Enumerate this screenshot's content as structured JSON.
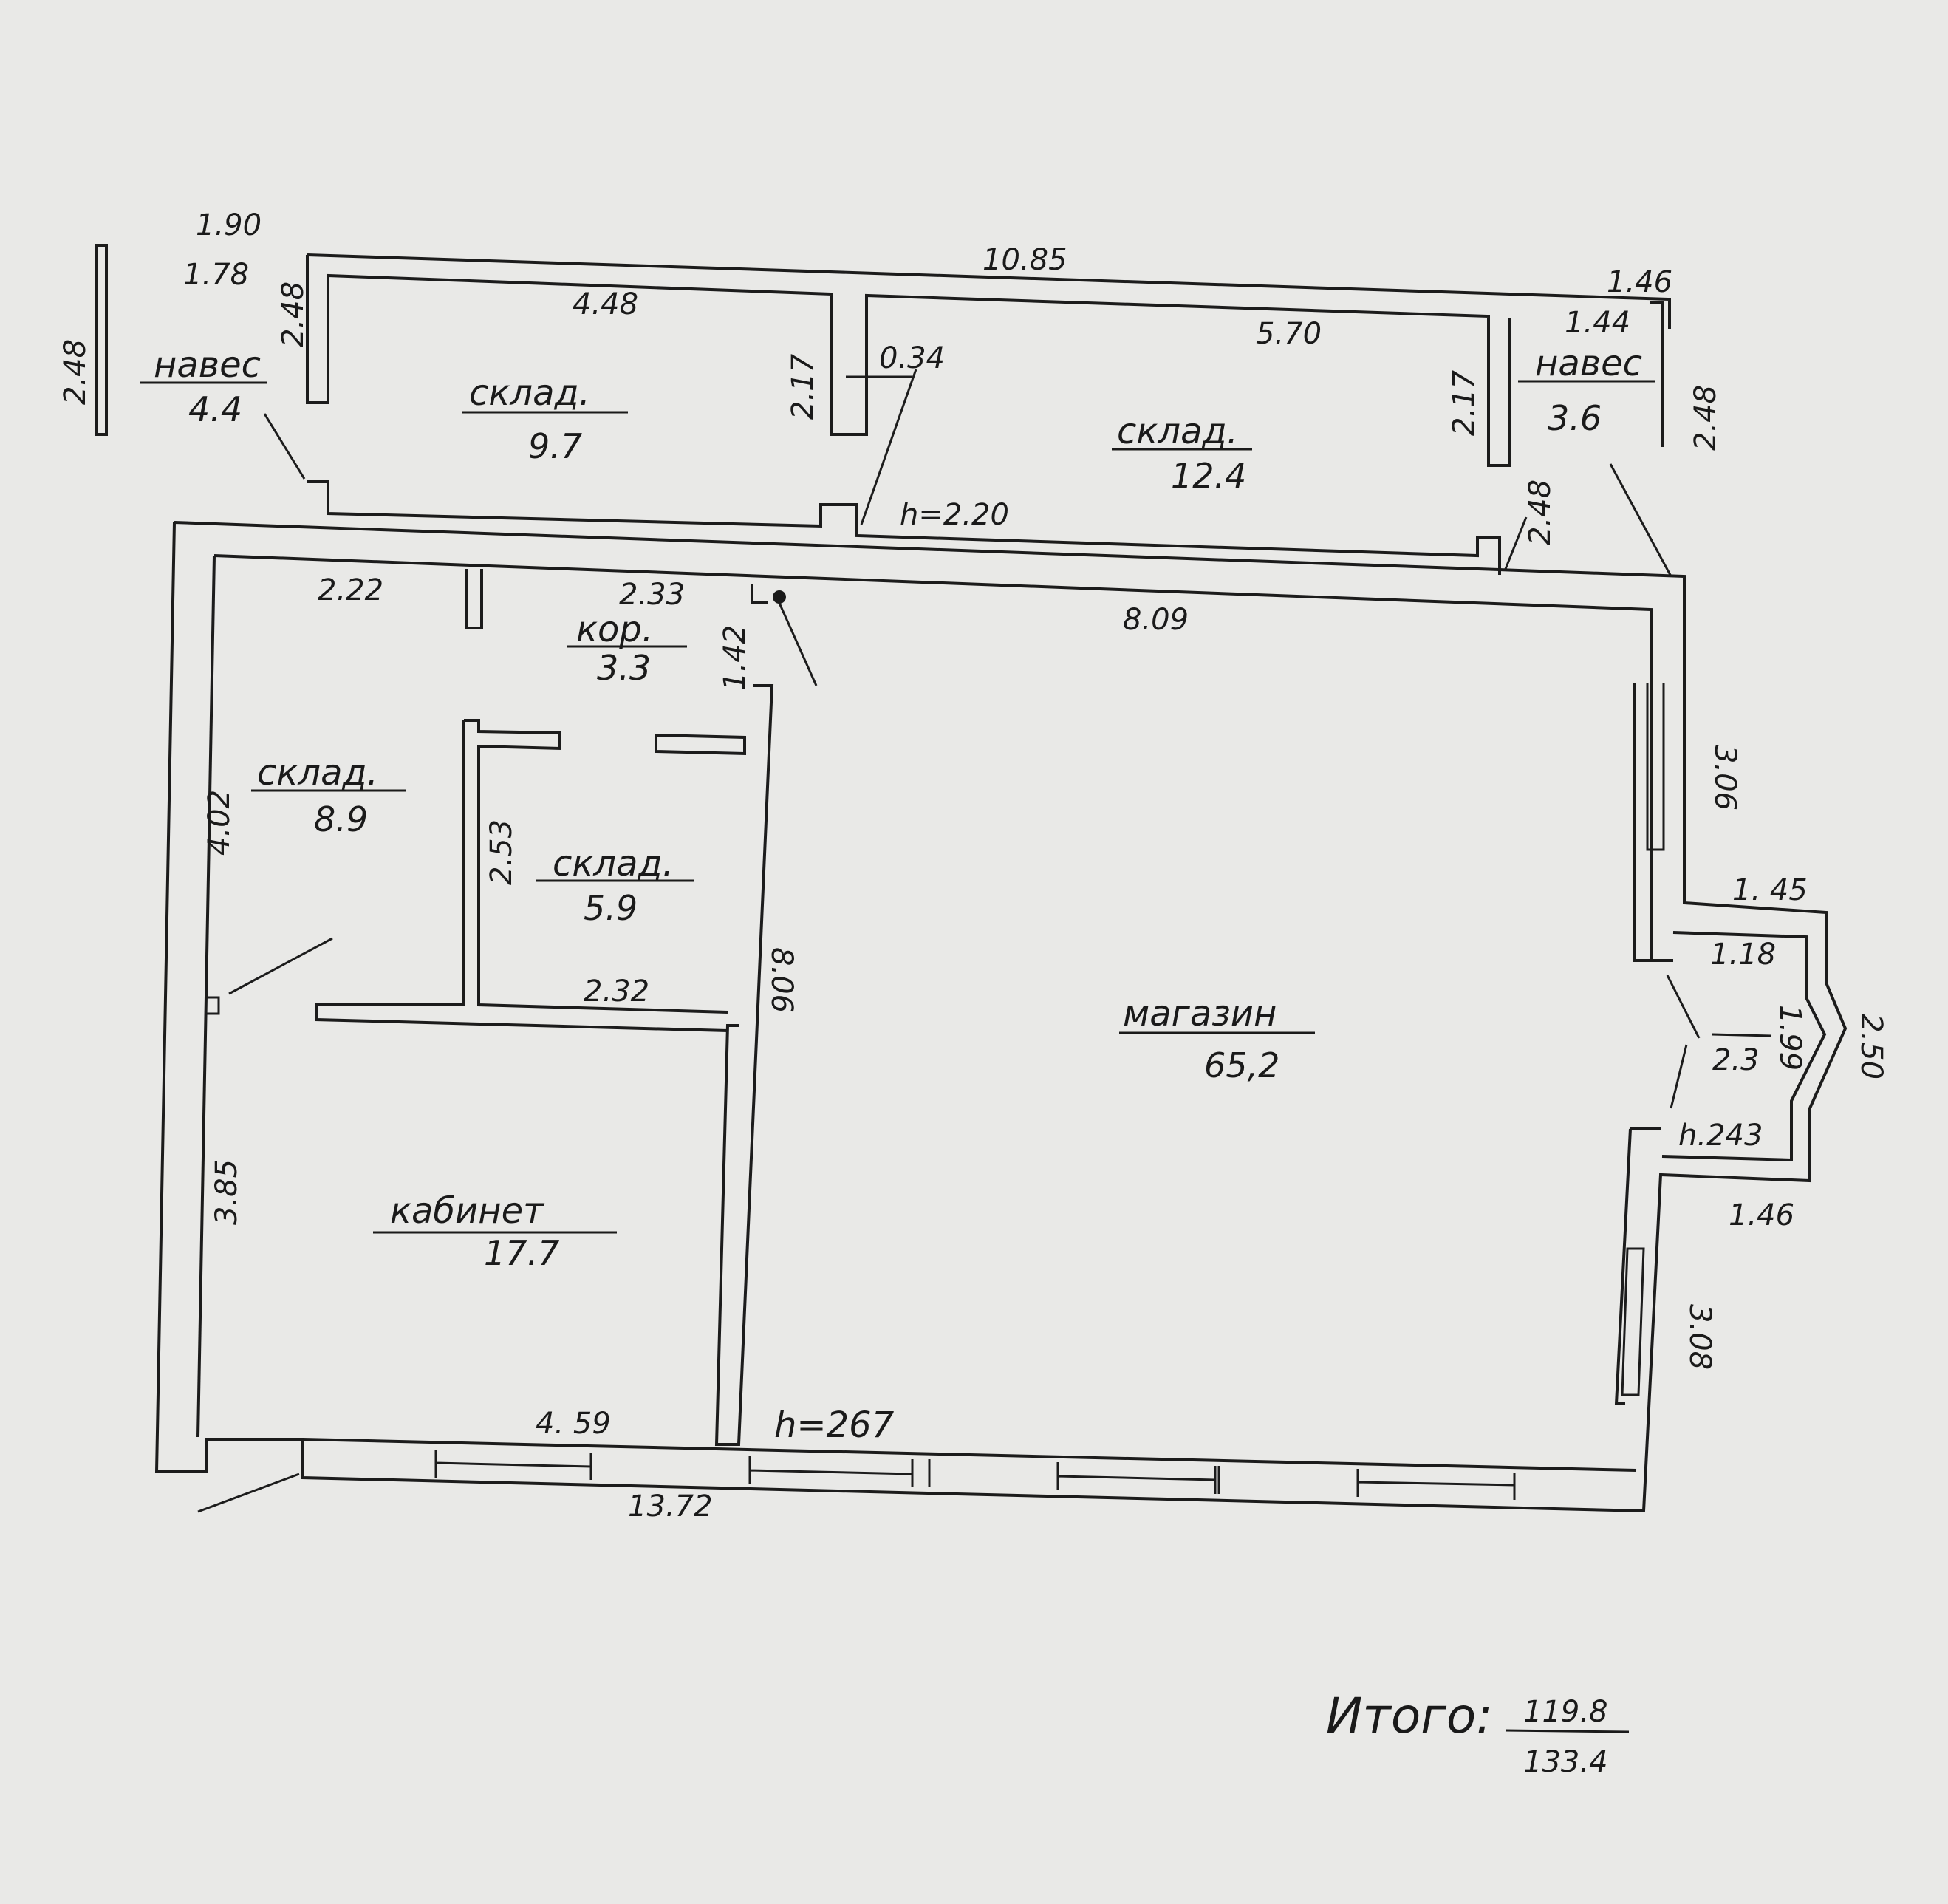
{
  "plan": {
    "rooms": [
      {
        "label": "навес",
        "area": "4.4"
      },
      {
        "label": "склад.",
        "area": "9.7"
      },
      {
        "label": "склад.",
        "area": "12.4"
      },
      {
        "label": "навес",
        "area": "3.6"
      },
      {
        "label": "кор.",
        "area": "3.3"
      },
      {
        "label": "склад.",
        "area": "8.9"
      },
      {
        "label": "склад.",
        "area": "5.9"
      },
      {
        "label": "кабинет",
        "area": "17.7"
      },
      {
        "label": "магазин",
        "area": "65,2"
      }
    ],
    "dimensions": {
      "d1": "1.90",
      "d2": "1.78",
      "d3": "2.48",
      "d4": "2.48",
      "d5": "10.85",
      "d6": "4.48",
      "d7": "2.17",
      "d8": "0.34",
      "d9": "5.70",
      "d10": "2.17",
      "d11": "1.46",
      "d12": "1.44",
      "d13": "2.48",
      "d14": "2.48",
      "d15": "2.22",
      "d16": "2.33",
      "d17": "1.42",
      "d18": "8.09",
      "d19": "3.06",
      "d20": "4.02",
      "d21": "2.53",
      "d22": "2.32",
      "d23": "8.06",
      "d24": "1. 45",
      "d25": "1.18",
      "d26": "1.99",
      "d27": "2.3",
      "d28": "2.50",
      "d29": "1.46",
      "d30": "3.85",
      "d31": "3.08",
      "d32": "4. 59",
      "d33": "13.72"
    },
    "heights": {
      "h1": "h=2.20",
      "h2": "h.243",
      "h3": "h=267"
    },
    "total": {
      "label": "Итого:",
      "numerator": "119.8",
      "denominator": "133.4"
    }
  }
}
